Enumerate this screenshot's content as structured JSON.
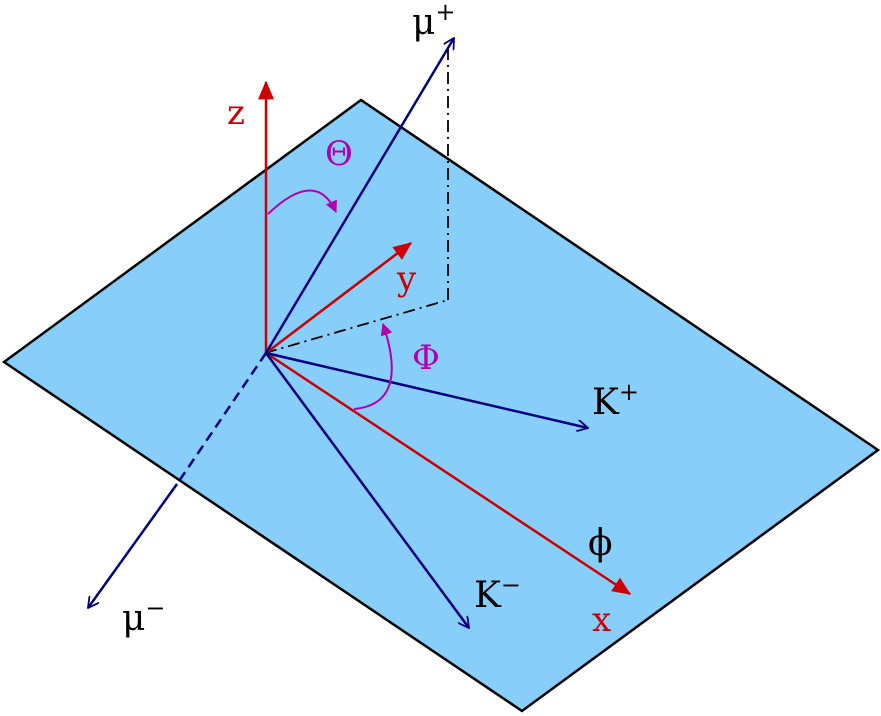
{
  "colors": {
    "plane_fill": "#87cefa",
    "plane_stroke": "#000000",
    "particle_vector": "#000080",
    "axis_vector": "#cc0000",
    "angle_marker": "#b000b0",
    "label_black": "#000000"
  },
  "labels": {
    "mu_plus_base": "μ",
    "mu_plus_sup": "+",
    "mu_minus_base": "μ",
    "mu_minus_sup": "−",
    "k_plus_base": "K",
    "k_plus_sup": "+",
    "k_minus_base": "K",
    "k_minus_sup": "−",
    "z_axis": "z",
    "y_axis": "y",
    "x_axis": "x",
    "theta": "Θ",
    "phi_upper": "Φ",
    "phi_meson": "ϕ"
  }
}
